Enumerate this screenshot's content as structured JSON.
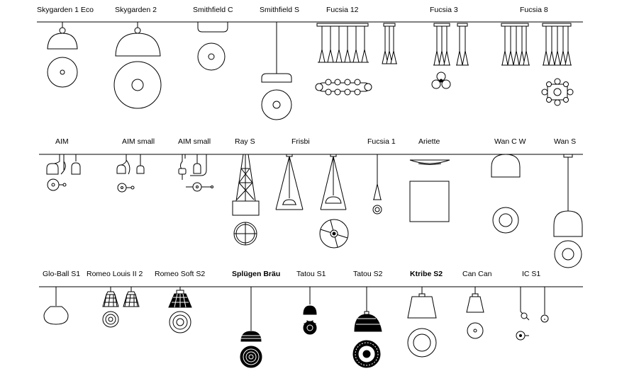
{
  "rows": [
    {
      "labels": [
        {
          "id": "skygarden-1-eco",
          "text": "Skygarden 1 Eco"
        },
        {
          "id": "skygarden-2",
          "text": "Skygarden 2"
        },
        {
          "id": "smithfield-c",
          "text": "Smithfield C"
        },
        {
          "id": "smithfield-s",
          "text": "Smithfield S"
        },
        {
          "id": "fucsia-12",
          "text": "Fucsia 12"
        },
        {
          "id": "fucsia-3",
          "text": "Fucsia 3"
        },
        {
          "id": "fucsia-8",
          "text": "Fucsia 8"
        }
      ]
    },
    {
      "labels": [
        {
          "id": "aim",
          "text": "AIM"
        },
        {
          "id": "aim-small-1",
          "text": "AIM  small"
        },
        {
          "id": "aim-small-2",
          "text": "AIM  small"
        },
        {
          "id": "ray-s",
          "text": "Ray S"
        },
        {
          "id": "frisbi",
          "text": "Frisbi"
        },
        {
          "id": "fucsia-1",
          "text": "Fucsia 1"
        },
        {
          "id": "ariette",
          "text": "Ariette"
        },
        {
          "id": "wan-c-w",
          "text": "Wan C W"
        },
        {
          "id": "wan-s",
          "text": "Wan S"
        }
      ]
    },
    {
      "labels": [
        {
          "id": "glo-ball-s1",
          "text": "Glo-Ball S1"
        },
        {
          "id": "romeo-louis-ii-2",
          "text": "Romeo Louis II 2"
        },
        {
          "id": "romeo-soft-s2",
          "text": "Romeo Soft  S2"
        },
        {
          "id": "splugen-brau",
          "text": "Splügen Bräu"
        },
        {
          "id": "tatou-s1",
          "text": "Tatou S1"
        },
        {
          "id": "tatou-s2",
          "text": "Tatou S2"
        },
        {
          "id": "ktribe-s2",
          "text": "Ktribe S2"
        },
        {
          "id": "can-can",
          "text": "Can Can"
        },
        {
          "id": "ic-s1",
          "text": "IC S1"
        }
      ]
    }
  ]
}
